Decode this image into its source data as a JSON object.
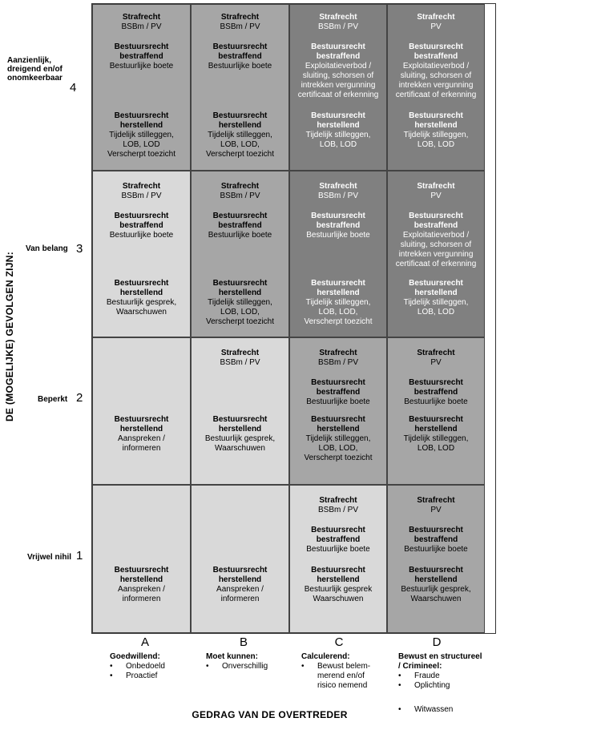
{
  "colors": {
    "light": "#d9d9d9",
    "medium": "#a6a6a6",
    "dark": "#808080",
    "border": "#444444"
  },
  "y_axis": {
    "title": "DE (MOGELIJKE) GEVOLGEN ZIJN:",
    "rows": [
      {
        "lines": [
          "Aanzienlijk,",
          "dreigend en/of",
          "onomkeerbaar"
        ],
        "number": "4"
      },
      {
        "lines": [
          "Van belang"
        ],
        "number": "3"
      },
      {
        "lines": [
          "Beperkt"
        ],
        "number": "2"
      },
      {
        "lines": [
          "Vrijwel nihil"
        ],
        "number": "1"
      }
    ]
  },
  "x_axis": {
    "title": "GEDRAG VAN DE OVERTREDER",
    "columns": [
      {
        "letter": "A",
        "title": [
          "Goedwillend:"
        ],
        "items": [
          "Onbedoeld",
          "Proactief"
        ]
      },
      {
        "letter": "B",
        "title": [
          "Moet kunnen:"
        ],
        "items": [
          "Onverschillig"
        ]
      },
      {
        "letter": "C",
        "title": [
          "Calculerend:"
        ],
        "items": [
          "Bewust belem-\nmerend en/of\nrisico nemend"
        ]
      },
      {
        "letter": "D",
        "title": [
          "Bewust en structureel",
          "/ Crimineel:"
        ],
        "items": [
          "Fraude",
          "Oplichting",
          "",
          "Witwassen"
        ]
      }
    ]
  },
  "cells": [
    [
      {
        "shade": "medium",
        "blocks": [
          {
            "title": [
              "Strafrecht"
            ],
            "lines": [
              "BSBm / PV"
            ]
          },
          {
            "title": [
              "Bestuursrecht",
              "bestraffend"
            ],
            "lines": [
              "Bestuurlijke boete"
            ]
          },
          {
            "title": [
              "Bestuursrecht",
              "herstellend"
            ],
            "lines": [
              "Tijdelijk stilleggen,",
              "LOB, LOD",
              "Verscherpt toezicht"
            ]
          }
        ]
      },
      {
        "shade": "medium",
        "blocks": [
          {
            "title": [
              "Strafrecht"
            ],
            "lines": [
              "BSBm / PV"
            ]
          },
          {
            "title": [
              "Bestuursrecht",
              "bestraffend"
            ],
            "lines": [
              "Bestuurlijke boete"
            ]
          },
          {
            "title": [
              "Bestuursrecht",
              "herstellend"
            ],
            "lines": [
              "Tijdelijk stilleggen,",
              "LOB, LOD,",
              "Verscherpt toezicht"
            ]
          }
        ]
      },
      {
        "shade": "dark",
        "blocks": [
          {
            "title": [
              "Strafrecht"
            ],
            "lines": [
              "BSBm / PV"
            ]
          },
          {
            "title": [
              "Bestuursrecht",
              "bestraffend"
            ],
            "lines": [
              "Exploitatieverbod /",
              "sluiting, schorsen of",
              "intrekken vergunning",
              "certificaat of erkenning"
            ]
          },
          {
            "title": [
              "Bestuursrecht",
              "herstellend"
            ],
            "lines": [
              "Tijdelijk stilleggen,",
              "LOB, LOD"
            ]
          }
        ]
      },
      {
        "shade": "dark",
        "blocks": [
          {
            "title": [
              "Strafrecht"
            ],
            "lines": [
              "PV"
            ]
          },
          {
            "title": [
              "Bestuursrecht",
              "bestraffend"
            ],
            "lines": [
              "Exploitatieverbod /",
              "sluiting, schorsen of",
              "intrekken vergunning",
              "certificaat of erkenning"
            ]
          },
          {
            "title": [
              "Bestuursrecht",
              "herstellend"
            ],
            "lines": [
              "Tijdelijk stilleggen,",
              "LOB, LOD"
            ]
          }
        ]
      }
    ],
    [
      {
        "shade": "light",
        "blocks": [
          {
            "title": [
              "Strafrecht"
            ],
            "lines": [
              "BSBm / PV"
            ]
          },
          {
            "title": [
              "Bestuursrecht",
              "bestraffend"
            ],
            "lines": [
              "Bestuurlijke boete"
            ]
          },
          {
            "title": [
              "Bestuursrecht",
              "herstellend"
            ],
            "lines": [
              "Bestuurlijk gesprek,",
              "Waarschuwen"
            ]
          }
        ]
      },
      {
        "shade": "medium",
        "blocks": [
          {
            "title": [
              "Strafrecht"
            ],
            "lines": [
              "BSBm / PV"
            ]
          },
          {
            "title": [
              "Bestuursrecht",
              "bestraffend"
            ],
            "lines": [
              "Bestuurlijke boete"
            ]
          },
          {
            "title": [
              "Bestuursrecht",
              "herstellend"
            ],
            "lines": [
              "Tijdelijk stilleggen,",
              "LOB, LOD,",
              "Verscherpt toezicht"
            ]
          }
        ]
      },
      {
        "shade": "dark",
        "blocks": [
          {
            "title": [
              "Strafrecht"
            ],
            "lines": [
              "BSBm / PV"
            ]
          },
          {
            "title": [
              "Bestuursrecht",
              "bestraffend"
            ],
            "lines": [
              "Bestuurlijke boete"
            ]
          },
          {
            "title": [
              "Bestuursrecht",
              "herstellend"
            ],
            "lines": [
              "Tijdelijk stilleggen,",
              "LOB, LOD,",
              "Verscherpt toezicht"
            ]
          }
        ]
      },
      {
        "shade": "dark",
        "blocks": [
          {
            "title": [
              "Strafrecht"
            ],
            "lines": [
              "PV"
            ]
          },
          {
            "title": [
              "Bestuursrecht",
              "bestraffend"
            ],
            "lines": [
              "Exploitatieverbod /",
              "sluiting, schorsen of",
              "intrekken vergunning",
              "certificaat of erkenning"
            ]
          },
          {
            "title": [
              "Bestuursrecht",
              "herstellend"
            ],
            "lines": [
              "Tijdelijk stilleggen,",
              "LOB, LOD"
            ]
          }
        ]
      }
    ],
    [
      {
        "shade": "light",
        "blocks": [
          {
            "title": [
              "Bestuursrecht",
              "herstellend"
            ],
            "lines": [
              "Aanspreken /",
              "informeren"
            ]
          }
        ]
      },
      {
        "shade": "light",
        "blocks": [
          {
            "title": [
              "Strafrecht"
            ],
            "lines": [
              "BSBm / PV"
            ]
          },
          {
            "title": [
              "Bestuursrecht",
              "herstellend"
            ],
            "lines": [
              "Bestuurlijk gesprek,",
              "Waarschuwen"
            ]
          }
        ]
      },
      {
        "shade": "medium",
        "blocks": [
          {
            "title": [
              "Strafrecht"
            ],
            "lines": [
              "BSBm / PV"
            ]
          },
          {
            "title": [
              "Bestuursrecht",
              "bestraffend"
            ],
            "lines": [
              "Bestuurlijke boete"
            ]
          },
          {
            "title": [
              "Bestuursrecht",
              "herstellend"
            ],
            "lines": [
              "Tijdelijk stilleggen,",
              "LOB, LOD,",
              "Verscherpt toezicht"
            ]
          }
        ]
      },
      {
        "shade": "medium",
        "blocks": [
          {
            "title": [
              "Strafrecht"
            ],
            "lines": [
              "PV"
            ]
          },
          {
            "title": [
              "Bestuursrecht",
              "bestraffend"
            ],
            "lines": [
              "Bestuurlijke boete"
            ]
          },
          {
            "title": [
              "Bestuursrecht",
              "herstellend"
            ],
            "lines": [
              "Tijdelijk stilleggen,",
              "LOB, LOD"
            ]
          }
        ]
      }
    ],
    [
      {
        "shade": "light",
        "blocks": [
          {
            "title": [
              "Bestuursrecht",
              "herstellend"
            ],
            "lines": [
              "Aanspreken /",
              "informeren"
            ]
          }
        ]
      },
      {
        "shade": "light",
        "blocks": [
          {
            "title": [
              "Bestuursrecht",
              "herstellend"
            ],
            "lines": [
              "Aanspreken /",
              "informeren"
            ]
          }
        ]
      },
      {
        "shade": "light",
        "blocks": [
          {
            "title": [
              "Strafrecht"
            ],
            "lines": [
              "BSBm / PV"
            ]
          },
          {
            "title": [
              "Bestuursrecht",
              "bestraffend"
            ],
            "lines": [
              "Bestuurlijke boete"
            ]
          },
          {
            "title": [
              "Bestuursrecht",
              "herstellend"
            ],
            "lines": [
              "Bestuurlijk gesprek",
              "Waarschuwen"
            ]
          }
        ]
      },
      {
        "shade": "medium",
        "blocks": [
          {
            "title": [
              "Strafrecht"
            ],
            "lines": [
              "PV"
            ]
          },
          {
            "title": [
              "Bestuursrecht",
              "bestraffend"
            ],
            "lines": [
              "Bestuurlijke boete"
            ]
          },
          {
            "title": [
              "Bestuursrecht",
              "herstellend"
            ],
            "lines": [
              "Bestuurlijk gesprek,",
              "Waarschuwen"
            ]
          }
        ]
      }
    ]
  ]
}
